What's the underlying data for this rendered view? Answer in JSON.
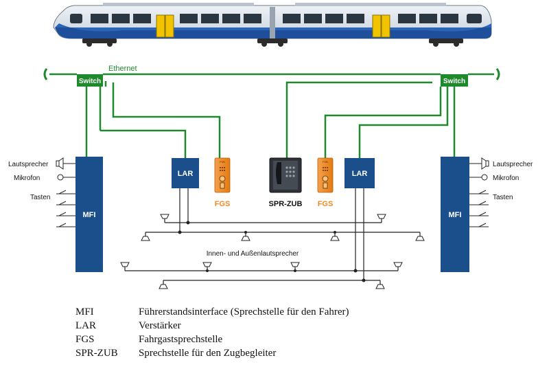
{
  "diagram": {
    "network_label": "Ethernet",
    "switch_left_label": "Switch",
    "switch_right_label": "Switch",
    "mfi_left_label": "MFI",
    "mfi_right_label": "MFI",
    "lar_left_label": "LAR",
    "lar_right_label": "LAR",
    "fgs_left_label": "FGS",
    "fgs_right_label": "FGS",
    "fgs_device_tag": "P2B",
    "spr_zub_label": "SPR-ZUB",
    "speaker_bus_label": "Innen- und Außenlautsprecher",
    "left_inputs": {
      "speaker": "Lautsprecher",
      "mic": "Mikrofon",
      "keys": "Tasten"
    },
    "right_inputs": {
      "speaker": "Lautsprecher",
      "mic": "Mikrofon",
      "keys": "Tasten"
    },
    "colors": {
      "network_green": "#1e8a2c",
      "device_blue": "#1a4f8c",
      "fgs_orange": "#f08a24",
      "train_blue": "#1f4e9a",
      "line_dark": "#222222"
    }
  },
  "legend": [
    {
      "abbr": "MFI",
      "desc": "Führerstandsinterface (Sprechstelle für den Fahrer)"
    },
    {
      "abbr": "LAR",
      "desc": "Verstärker"
    },
    {
      "abbr": "FGS",
      "desc": "Fahrgastsprechstelle"
    },
    {
      "abbr": "SPR-ZUB",
      "desc": "Sprechstelle für den Zugbegleiter"
    }
  ]
}
